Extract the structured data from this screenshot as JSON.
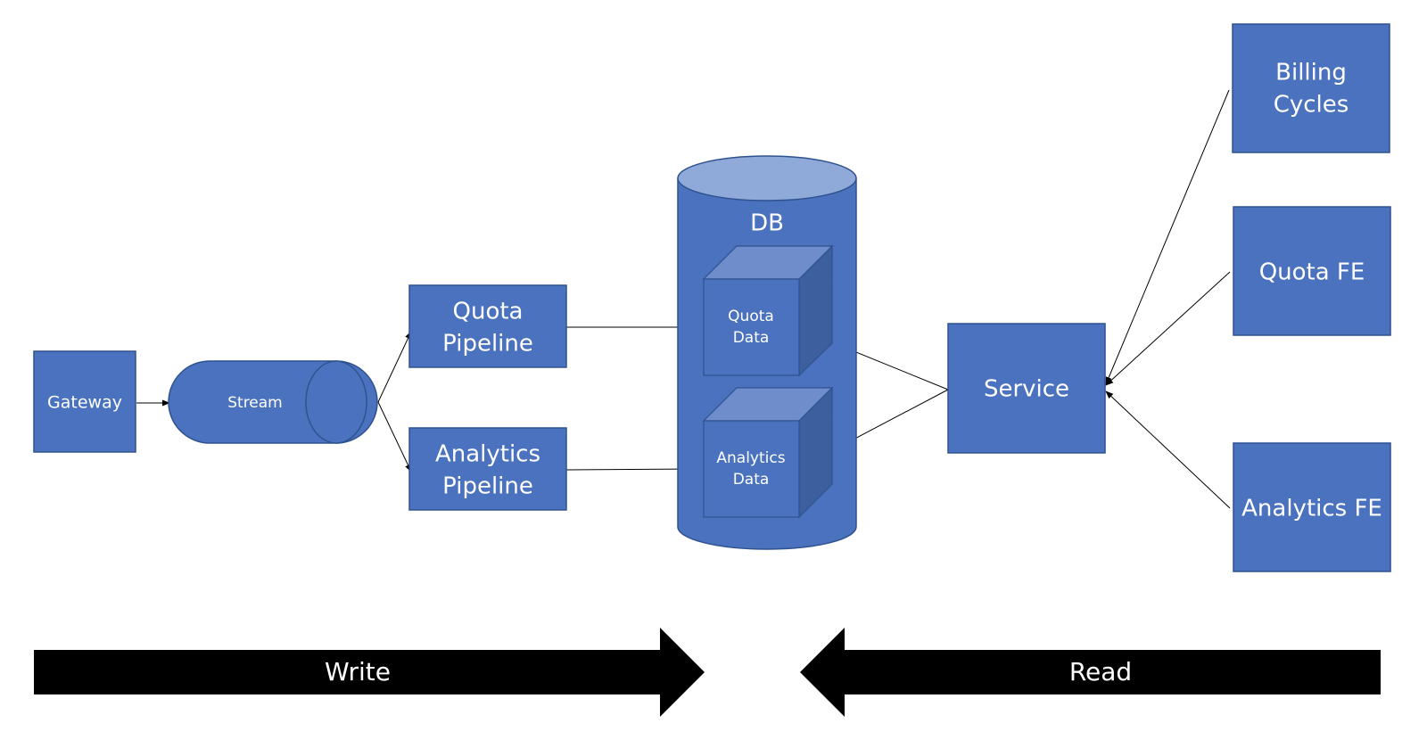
{
  "diagram": {
    "colors": {
      "node_fill": "#4a72be",
      "node_stroke": "#2f528f",
      "cylinder_top": "#8fa9d9",
      "cube_top": "#6f8dcb",
      "cube_side": "#3d5f9e",
      "edge": "#000000",
      "band": "#000000",
      "text": "#ffffff"
    },
    "nodes": {
      "gateway": {
        "label": [
          "Gateway"
        ]
      },
      "stream": {
        "label": [
          "Stream"
        ]
      },
      "quota_pipeline": {
        "label": [
          "Quota",
          "Pipeline"
        ]
      },
      "analytics_pipeline": {
        "label": [
          "Analytics",
          "Pipeline"
        ]
      },
      "db": {
        "label": [
          "DB"
        ]
      },
      "quota_data": {
        "label": [
          "Quota",
          "Data"
        ]
      },
      "analytics_data": {
        "label": [
          "Analytics",
          "Data"
        ]
      },
      "service": {
        "label": [
          "Service"
        ]
      },
      "billing_cycles": {
        "label": [
          "Billing",
          "Cycles"
        ]
      },
      "quota_fe": {
        "label": [
          "Quota FE"
        ]
      },
      "analytics_fe": {
        "label": [
          "Analytics FE"
        ]
      }
    },
    "edges": [
      {
        "from": "gateway",
        "to": "stream"
      },
      {
        "from": "stream",
        "to": "quota_pipeline"
      },
      {
        "from": "stream",
        "to": "analytics_pipeline"
      },
      {
        "from": "quota_pipeline",
        "to": "quota_data"
      },
      {
        "from": "analytics_pipeline",
        "to": "analytics_data"
      },
      {
        "from": "service",
        "to": "quota_data"
      },
      {
        "from": "service",
        "to": "analytics_data"
      },
      {
        "from": "billing_cycles",
        "to": "service"
      },
      {
        "from": "quota_fe",
        "to": "service"
      },
      {
        "from": "analytics_fe",
        "to": "service"
      }
    ],
    "bands": {
      "write": {
        "label": "Write",
        "direction": "right"
      },
      "read": {
        "label": "Read",
        "direction": "left"
      }
    }
  }
}
